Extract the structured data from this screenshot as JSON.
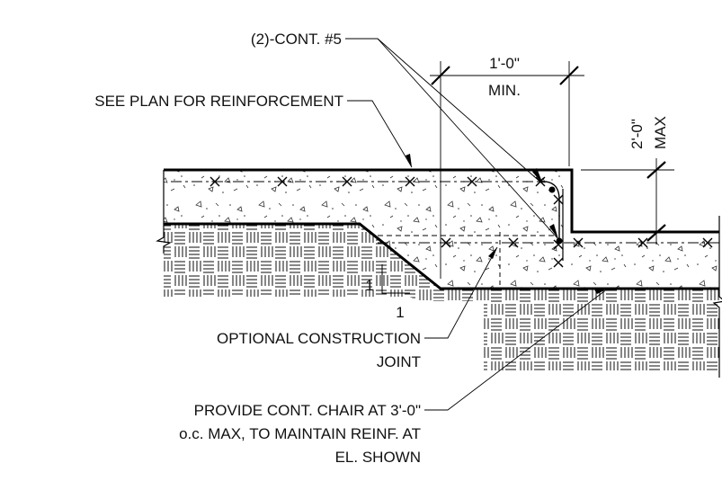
{
  "labels": {
    "cont_bars": "(2)-CONT. #5",
    "see_plan": "SEE PLAN FOR REINFORCEMENT",
    "optional_joint_line1": "OPTIONAL CONSTRUCTION",
    "optional_joint_line2": "JOINT",
    "chair_line1": "PROVIDE CONT. CHAIR AT 3'-0\"",
    "chair_line2": "o.c. MAX, TO MAINTAIN REINF. AT",
    "chair_line3": "EL. SHOWN"
  },
  "dimensions": {
    "horizontal_value": "1'-0\"",
    "horizontal_note": "MIN.",
    "vertical_value": "2'-0\"",
    "vertical_note": "MAX"
  },
  "slope": {
    "rise": "1",
    "run": "1"
  },
  "colors": {
    "line": "#111111",
    "background": "#ffffff"
  }
}
